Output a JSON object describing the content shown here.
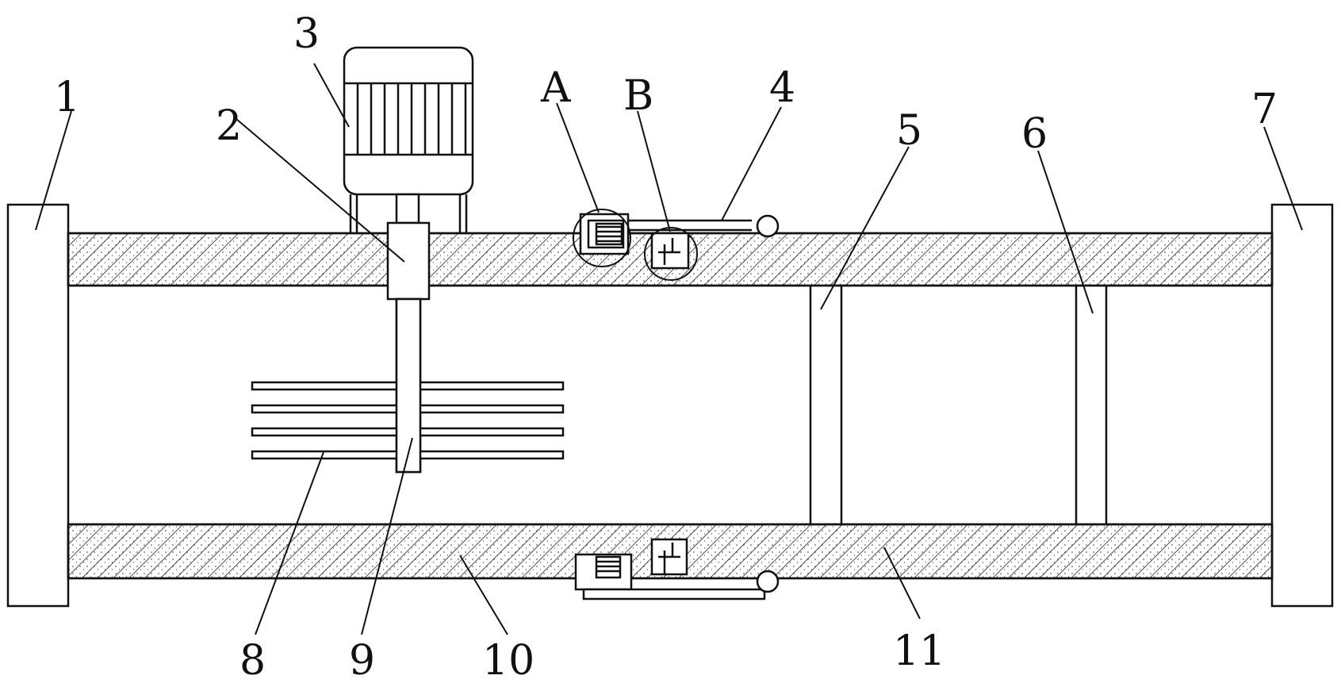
{
  "labels": {
    "l1": "1",
    "l2": "2",
    "l3": "3",
    "l4": "4",
    "l5": "5",
    "l6": "6",
    "l7": "7",
    "l8": "8",
    "l9": "9",
    "l10": "10",
    "l11": "11",
    "la": "A",
    "lb": "B"
  },
  "colors": {
    "stroke": "#111111",
    "hatch": "#222222",
    "background": "#ffffff"
  }
}
